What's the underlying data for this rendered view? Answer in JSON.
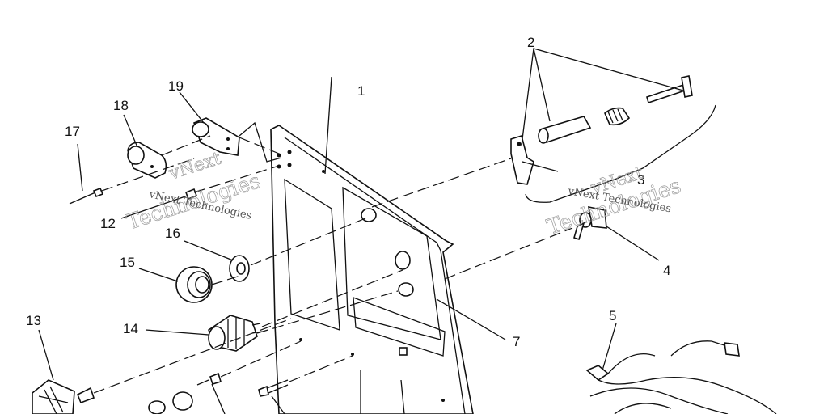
{
  "callouts": {
    "c1": "1",
    "c2": "2",
    "c3": "3",
    "c4": "4",
    "c5": "5",
    "c7": "7",
    "c12": "12",
    "c13": "13",
    "c14": "14",
    "c15": "15",
    "c16": "16",
    "c17": "17",
    "c18": "18",
    "c19": "19"
  },
  "watermark": {
    "line1": "vNext",
    "line2": "Technologies",
    "small": "vNext Technologies"
  }
}
